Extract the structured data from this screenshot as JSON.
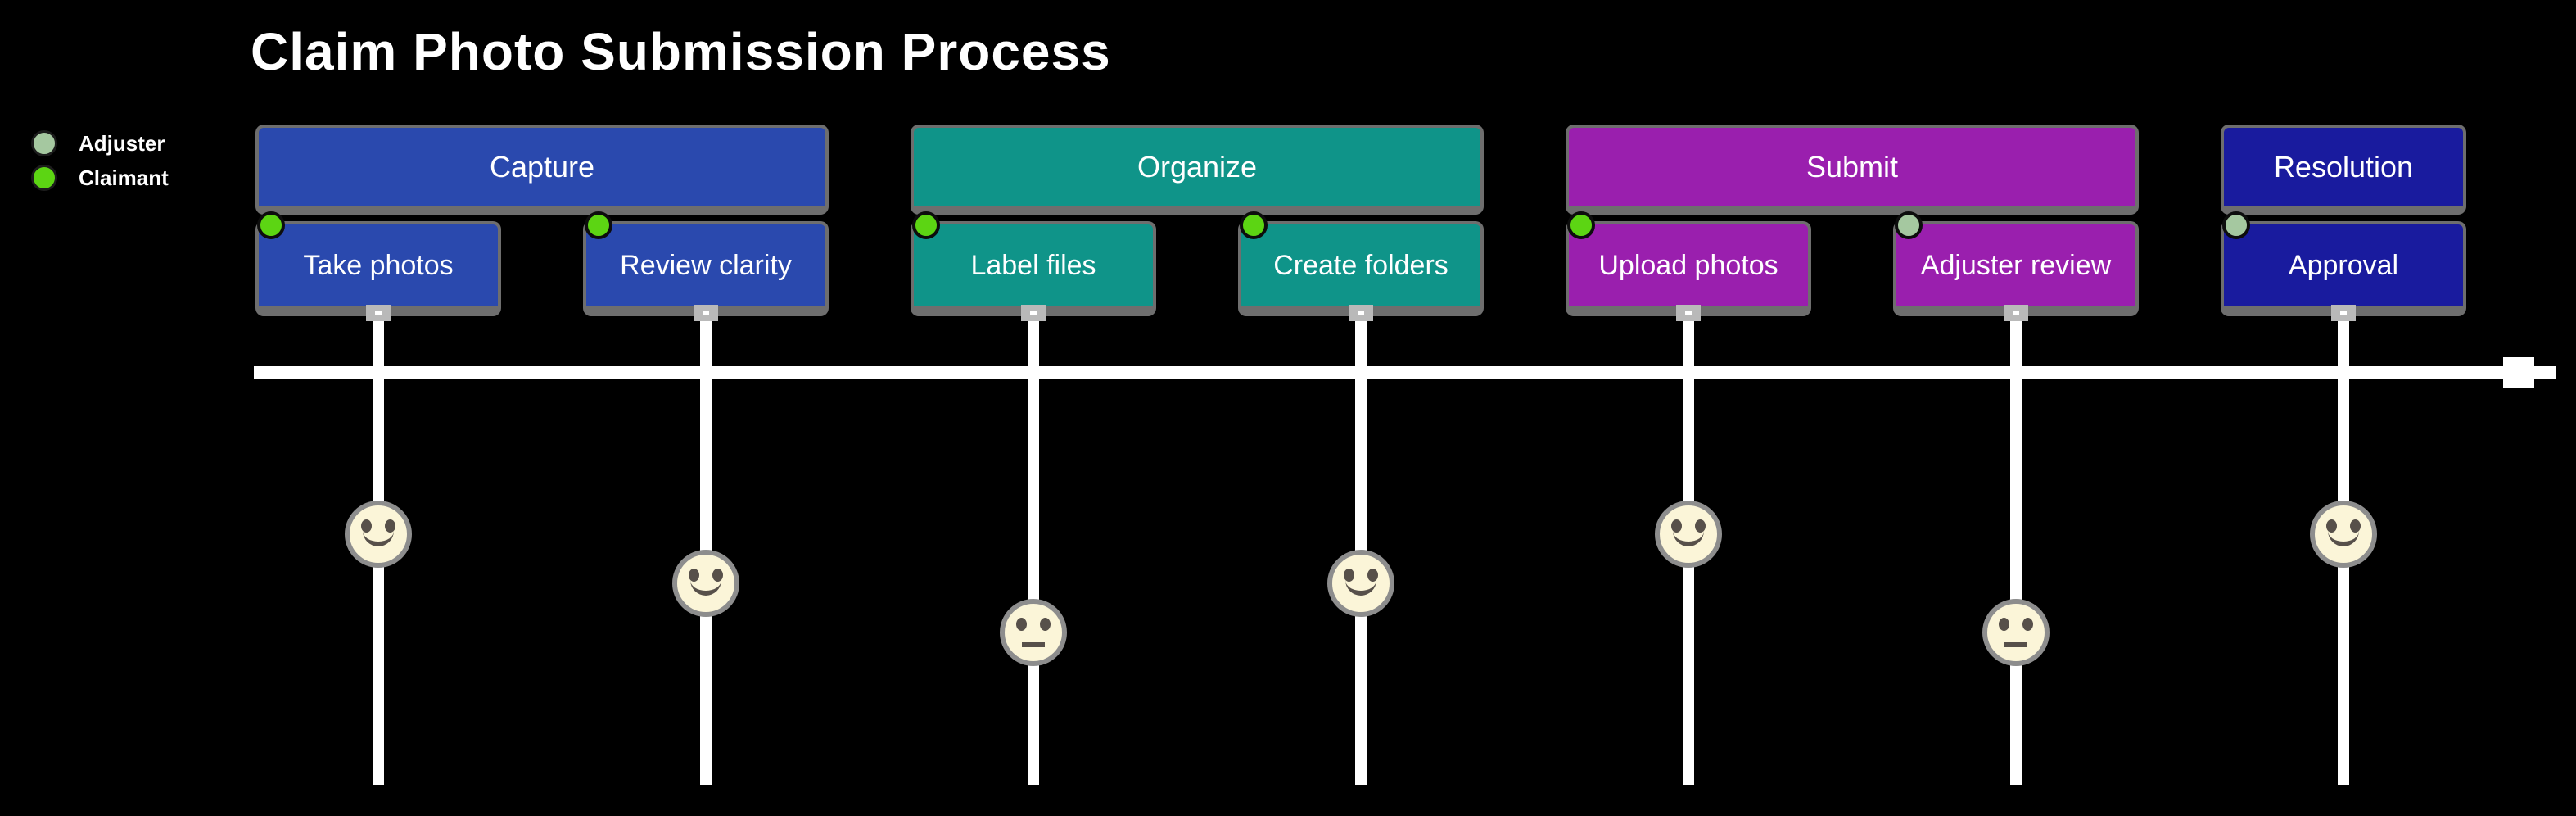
{
  "title": "Claim Photo Submission Process",
  "legend": {
    "items": [
      {
        "label": "Adjuster",
        "color": "#a5c8a0"
      },
      {
        "label": "Claimant",
        "color": "#5cd513"
      }
    ]
  },
  "journey": {
    "sections": [
      {
        "label": "Capture",
        "color": "#2a49ae",
        "tasks": [
          {
            "label": "Take photos",
            "actor": "Claimant",
            "dot_color": "#5cd513",
            "score": 5,
            "face": "smiley"
          },
          {
            "label": "Review clarity",
            "actor": "Claimant",
            "dot_color": "#5cd513",
            "score": 4,
            "face": "smiley"
          }
        ]
      },
      {
        "label": "Organize",
        "color": "#0f9489",
        "tasks": [
          {
            "label": "Label files",
            "actor": "Claimant",
            "dot_color": "#5cd513",
            "score": 3,
            "face": "neutral"
          },
          {
            "label": "Create folders",
            "actor": "Claimant",
            "dot_color": "#5cd513",
            "score": 4,
            "face": "smiley"
          }
        ]
      },
      {
        "label": "Submit",
        "color": "#9a1fae",
        "tasks": [
          {
            "label": "Upload photos",
            "actor": "Claimant",
            "dot_color": "#5cd513",
            "score": 5,
            "face": "smiley"
          },
          {
            "label": "Adjuster review",
            "actor": "Adjuster",
            "dot_color": "#a5c8a0",
            "score": 3,
            "face": "neutral"
          }
        ]
      },
      {
        "label": "Resolution",
        "color": "#191b9e",
        "tasks": [
          {
            "label": "Approval",
            "actor": "Adjuster",
            "dot_color": "#a5c8a0",
            "score": 5,
            "face": "smiley"
          }
        ]
      }
    ]
  },
  "timeline": {
    "direction": "right"
  }
}
